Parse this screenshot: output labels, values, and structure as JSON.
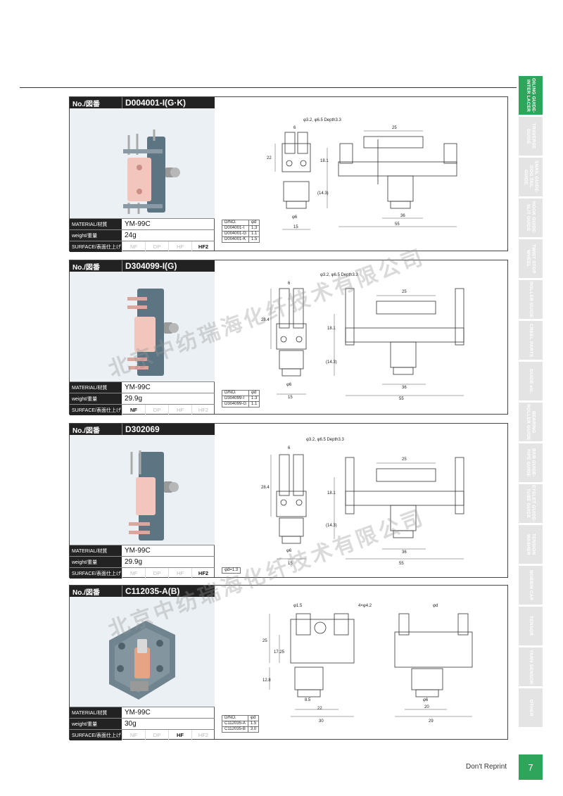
{
  "side_tabs": [
    {
      "label": "OILING GUIDE-\nINTER LACER",
      "active": true
    },
    {
      "label": "TRAVERSE\nGUIDE",
      "active": false
    },
    {
      "label": "SNAIL GUIDE-\nDOG TAIL GUIDE",
      "active": false
    },
    {
      "label": "HOOK GUIDE-\nSLIT GUIDE",
      "active": false
    },
    {
      "label": "TWIST STOP\nWHEEL",
      "active": false
    },
    {
      "label": "ROLLER GUIDE",
      "active": false
    },
    {
      "label": "CREEL PARTS",
      "active": false
    },
    {
      "label": "GUIDE etc.",
      "active": false
    },
    {
      "label": "BEARING\nROLLER GUIDE",
      "active": false
    },
    {
      "label": "BAR GUIDE-\nPIPE GUIDE",
      "active": false
    },
    {
      "label": "EYELET GUIDE-\nTUBE GUIDE",
      "active": false
    },
    {
      "label": "TENSION\nWASHER",
      "active": false
    },
    {
      "label": "BOBBIN CAP",
      "active": false
    },
    {
      "label": "TENSOR",
      "active": false
    },
    {
      "label": "YARN SENSOR",
      "active": false
    },
    {
      "label": "OTHER",
      "active": false
    }
  ],
  "labels": {
    "no": "No./図番",
    "material": "MATERIAL/材質",
    "weight": "weight/重量",
    "surface": "SURFACE/表面仕上げ",
    "surface_opts": [
      "NF",
      "DP",
      "HF",
      "HF2"
    ]
  },
  "products": [
    {
      "code": "D004001-I(G·K)",
      "material": "YM-99C",
      "weight": "24g",
      "surface_active": "HF2",
      "table_header": [
        "D/NO.",
        "φd"
      ],
      "table_rows": [
        [
          "D004001-I",
          "1.3"
        ],
        [
          "D004001-G",
          "1.1"
        ],
        [
          "D004001-K",
          "1.5"
        ]
      ],
      "dims": {
        "hole": "φ3.2, φ6.5 Depth3.3",
        "w6": "6",
        "h22": "22",
        "h181": "18.1",
        "h143": "(14.3)",
        "d6": "φ6",
        "w15": "15",
        "w25": "25",
        "w36": "36",
        "w55": "55"
      }
    },
    {
      "code": "D304099-I(G)",
      "material": "YM-99C",
      "weight": "29.9g",
      "surface_active": "NF",
      "table_header": [
        "D/NO.",
        "φd"
      ],
      "table_rows": [
        [
          "D304099-I",
          "1.3"
        ],
        [
          "D304099-G",
          "1.1"
        ]
      ],
      "dims": {
        "hole": "φ3.2, φ6.5 Depth3.3",
        "w6": "6",
        "h22": "28.4",
        "h181": "18.1",
        "h143": "(14.3)",
        "d6": "φ6",
        "w15": "15",
        "w25": "25",
        "w36": "36",
        "w55": "55"
      }
    },
    {
      "code": "D302069",
      "material": "YM-99C",
      "weight": "29.9g",
      "surface_active": "HF2",
      "table_header": [
        "φd=1.3"
      ],
      "table_rows": [],
      "dims": {
        "hole": "φ3.2, φ6.5 Depth3.3",
        "w6": "6",
        "h22": "28.4",
        "h181": "18.1",
        "h143": "(14.3)",
        "d6": "φ6",
        "w15": "15",
        "w25": "25",
        "w36": "36",
        "w55": "55"
      }
    },
    {
      "code": "C112035-A(B)",
      "material": "YM-99C",
      "weight": "30g",
      "surface_active": "HF",
      "table_header": [
        "D/NO.",
        "φd"
      ],
      "table_rows": [
        [
          "C112035-A",
          "1.5"
        ],
        [
          "C112035-B",
          "3.0"
        ]
      ],
      "dims": {
        "d15": "φ1.5",
        "d42": "4×φ4.2",
        "dd": "φd",
        "h25": "25",
        "h1725": "17.25",
        "h128": "12.8",
        "w85": "8.5",
        "w22": "22",
        "w30": "30",
        "d6": "φ6",
        "w20": "20",
        "w29": "29"
      }
    }
  ],
  "watermark": "北京中纺瑞海化纤技术有限公司",
  "footer": {
    "text": "Don't Reprint",
    "page": "7"
  },
  "colors": {
    "accent": "#2ea55b",
    "header": "#222222",
    "tab_inactive": "#e4e4e4"
  }
}
